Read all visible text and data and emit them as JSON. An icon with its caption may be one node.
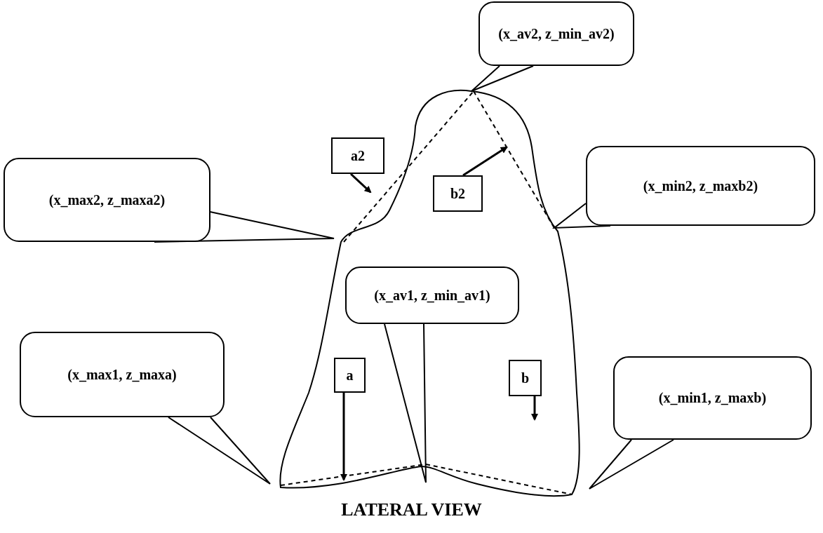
{
  "diagram": {
    "caption": "LATERAL VIEW",
    "nodes": [
      {
        "text": [
          "(x_av2, z_min_av2)"
        ]
      },
      {
        "text": [
          "a2"
        ]
      },
      {
        "text": [
          "(x_max2, z_maxa2)"
        ]
      },
      {
        "text": [
          "b2"
        ]
      },
      {
        "text": [
          "(x_min2, z_maxb2)"
        ]
      },
      {
        "text": [
          "(x_av1, z_min_av1)"
        ]
      },
      {
        "text": [
          "(x_max1, z_maxa)"
        ]
      },
      {
        "text": [
          "a"
        ]
      },
      {
        "text": [
          "b"
        ]
      },
      {
        "text": [
          "(x_min1, z_maxb)"
        ]
      }
    ],
    "edges": [
      {
        "from": 0,
        "to": null,
        "arrow": "none"
      },
      {
        "from": 1,
        "to": null,
        "arrow": "to"
      },
      {
        "from": 2,
        "to": null,
        "arrow": "none"
      },
      {
        "from": 3,
        "to": null,
        "arrow": "to"
      },
      {
        "from": 4,
        "to": null,
        "arrow": "none"
      },
      {
        "from": 5,
        "to": null,
        "arrow": "none"
      },
      {
        "from": 6,
        "to": null,
        "arrow": "none"
      },
      {
        "from": 7,
        "to": null,
        "arrow": "to"
      },
      {
        "from": 8,
        "to": null,
        "arrow": "to"
      },
      {
        "from": 9,
        "to": null,
        "arrow": "none"
      }
    ]
  }
}
